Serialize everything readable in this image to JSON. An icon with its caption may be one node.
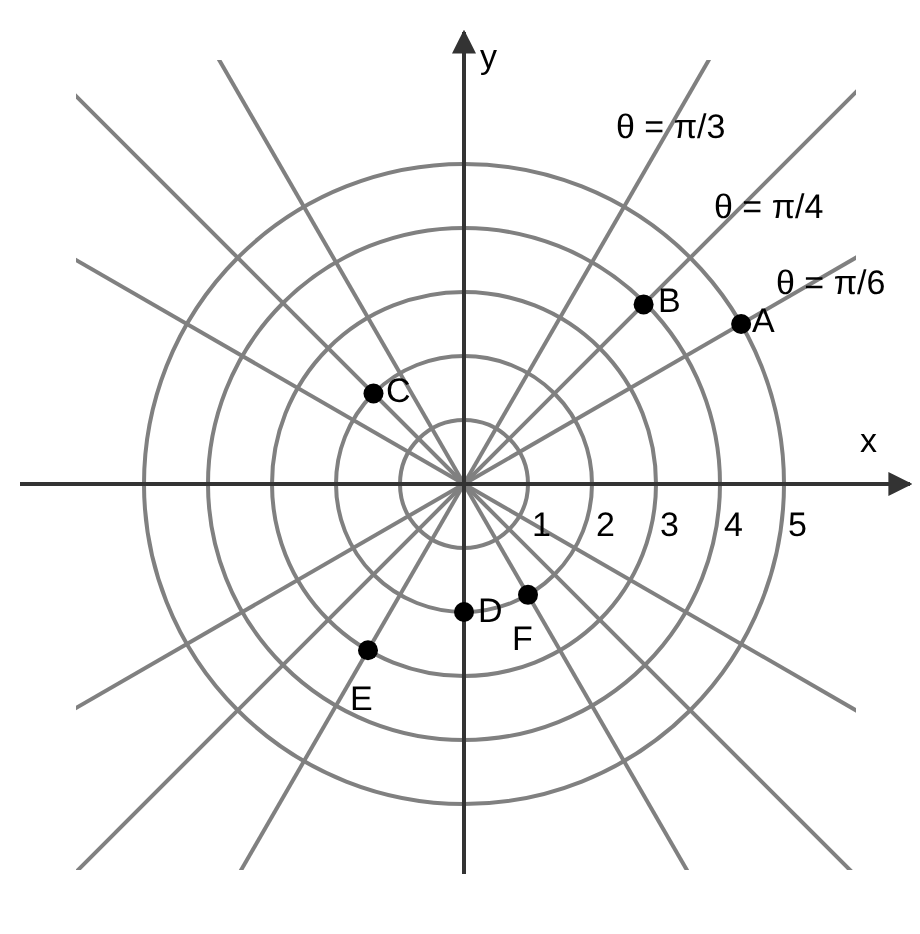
{
  "diagram": {
    "labels": [
      "y",
      "θ = π/3",
      "θ = π/4",
      "B",
      "A",
      "θ = π/6",
      "C",
      "x",
      "1",
      "2",
      "3",
      "4",
      "5",
      "D",
      "F",
      "E"
    ]
  }
}
